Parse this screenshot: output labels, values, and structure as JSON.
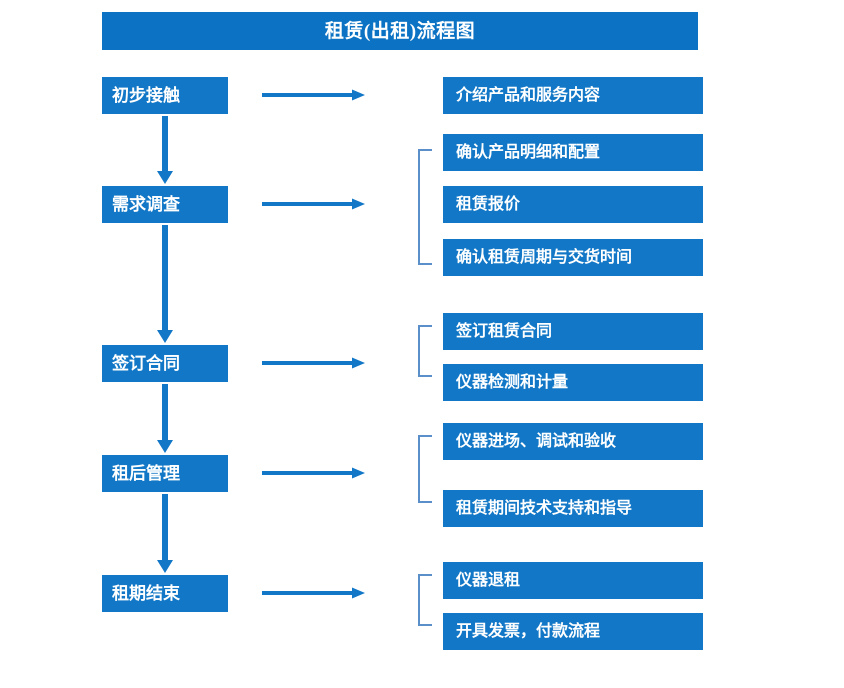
{
  "title": "租赁(出租)流程图",
  "colors": {
    "banner_blue": "#0B72C4",
    "box_blue": "#1177C6",
    "arrow_blue": "#1177C6",
    "bracket_blue": "#5B8FC9",
    "text_white": "#FFFFFF",
    "background": "#FFFFFF"
  },
  "stages": [
    {
      "label": "初步接触"
    },
    {
      "label": "需求调查"
    },
    {
      "label": "签订合同"
    },
    {
      "label": "租后管理"
    },
    {
      "label": "租期结束"
    }
  ],
  "details": [
    {
      "label": "介绍产品和服务内容"
    },
    {
      "label": "确认产品明细和配置"
    },
    {
      "label": "租赁报价"
    },
    {
      "label": "确认租赁周期与交货时间"
    },
    {
      "label": "签订租赁合同"
    },
    {
      "label": "仪器检测和计量"
    },
    {
      "label": "仪器进场、调试和验收"
    },
    {
      "label": "租赁期间技术支持和指导"
    },
    {
      "label": "仪器退租"
    },
    {
      "label": "开具发票，付款流程"
    }
  ],
  "connectors": {
    "horizontal_arrow_count": 5,
    "vertical_arrow_count": 4,
    "bracket_count": 4
  }
}
